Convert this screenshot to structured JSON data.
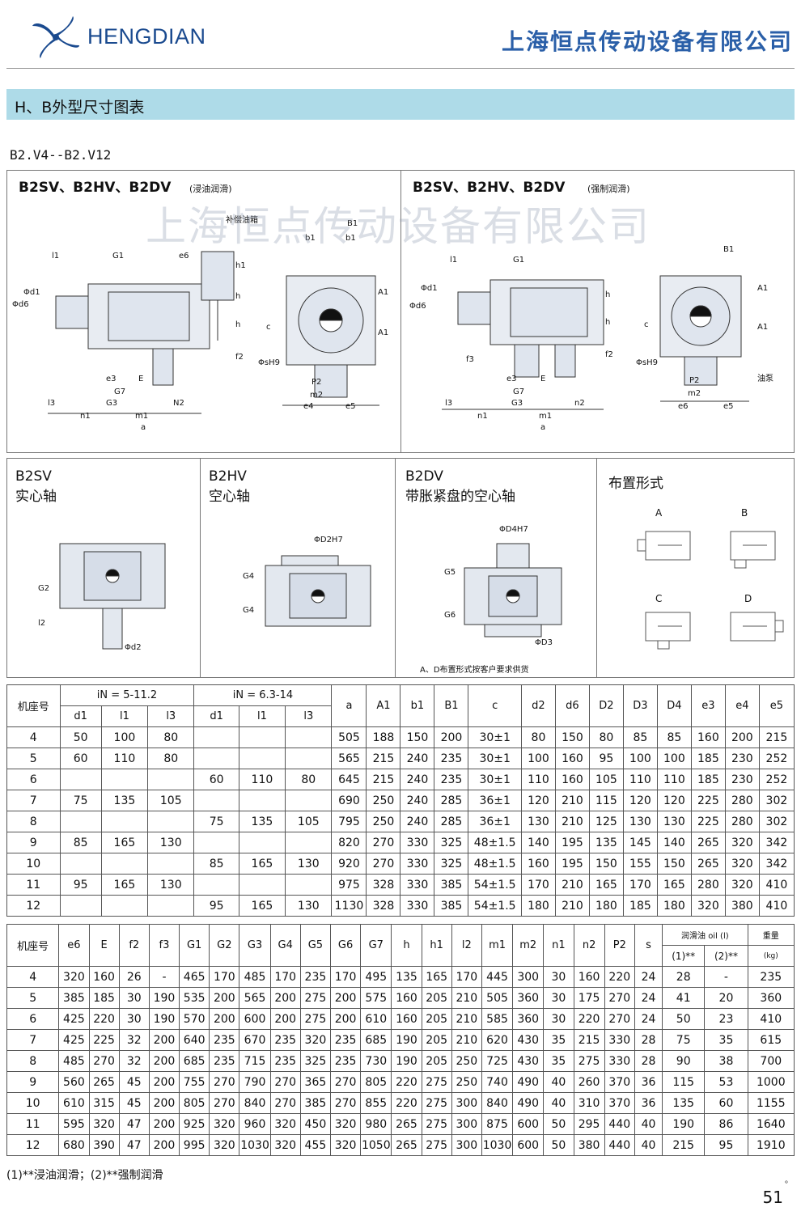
{
  "header": {
    "brand": "HENGDIAN",
    "company": "上海恒点传动设备有限公司"
  },
  "section": {
    "title": "H、B外型尺寸图表",
    "subtitle": "B2.V4--B2.V12"
  },
  "panels": {
    "left_title": "B2SV、B2HV、B2DV",
    "left_note": "(浸油润滑)",
    "right_title": "B2SV、B2HV、B2DV",
    "right_note": "(强制润滑)",
    "watermark": "上海恒点传动设备有限公司",
    "left_labels": [
      "补偿油箱",
      "B1",
      "b1",
      "b1",
      "l1",
      "G1",
      "e6",
      "h1",
      "Φd6",
      "Φd1",
      "h",
      "h",
      "A1",
      "A1",
      "c",
      "f2",
      "ΦsH9",
      "e3",
      "E",
      "G7",
      "l3",
      "G3",
      "N2",
      "n1",
      "m1",
      "a",
      "P2",
      "m2",
      "e4",
      "e5"
    ],
    "right_labels": [
      "B1",
      "l1",
      "G1",
      "Φd6",
      "Φd1",
      "h",
      "h",
      "A1",
      "A1",
      "c",
      "f3",
      "f2",
      "ΦsH9",
      "油泵",
      "e3",
      "E",
      "G7",
      "l3",
      "G3",
      "n2",
      "n1",
      "m1",
      "a",
      "P2",
      "m2",
      "e6",
      "e5"
    ]
  },
  "shafts": {
    "b2sv_title": "B2SV",
    "b2sv_sub": "实心轴",
    "b2sv_labels": [
      "G2",
      "l2",
      "Φd2"
    ],
    "b2hv_title": "B2HV",
    "b2hv_sub": "空心轴",
    "b2hv_labels": [
      "ΦD2H7",
      "G4",
      "G4"
    ],
    "b2dv_title": "B2DV",
    "b2dv_sub": "带胀紧盘的空心轴",
    "b2dv_labels": [
      "ΦD4H7",
      "G5",
      "G6",
      "ΦD3"
    ],
    "b2dv_note": "A、D布置形式按客户要求供货",
    "layout_title": "布置形式",
    "layout_labels": [
      "A",
      "B",
      "C",
      "D"
    ]
  },
  "table1": {
    "col_frame": "机座号",
    "group1": "iN = 5-11.2",
    "group2": "iN = 6.3-14",
    "sub": [
      "d1",
      "l1",
      "l3",
      "d1",
      "l1",
      "l3"
    ],
    "cols": [
      "a",
      "A1",
      "b1",
      "B1",
      "c",
      "d2",
      "d6",
      "D2",
      "D3",
      "D4",
      "e3",
      "e4",
      "e5"
    ],
    "rows": [
      [
        "4",
        "50",
        "100",
        "80",
        "",
        "",
        "",
        "505",
        "188",
        "150",
        "200",
        "30±1",
        "80",
        "150",
        "80",
        "85",
        "85",
        "160",
        "200",
        "215"
      ],
      [
        "5",
        "60",
        "110",
        "80",
        "",
        "",
        "",
        "565",
        "215",
        "240",
        "235",
        "30±1",
        "100",
        "160",
        "95",
        "100",
        "100",
        "185",
        "230",
        "252"
      ],
      [
        "6",
        "",
        "",
        "",
        "60",
        "110",
        "80",
        "645",
        "215",
        "240",
        "235",
        "30±1",
        "110",
        "160",
        "105",
        "110",
        "110",
        "185",
        "230",
        "252"
      ],
      [
        "7",
        "75",
        "135",
        "105",
        "",
        "",
        "",
        "690",
        "250",
        "240",
        "285",
        "36±1",
        "120",
        "210",
        "115",
        "120",
        "120",
        "225",
        "280",
        "302"
      ],
      [
        "8",
        "",
        "",
        "",
        "75",
        "135",
        "105",
        "795",
        "250",
        "240",
        "285",
        "36±1",
        "130",
        "210",
        "125",
        "130",
        "130",
        "225",
        "280",
        "302"
      ],
      [
        "9",
        "85",
        "165",
        "130",
        "",
        "",
        "",
        "820",
        "270",
        "330",
        "325",
        "48±1.5",
        "140",
        "195",
        "135",
        "145",
        "140",
        "265",
        "320",
        "342"
      ],
      [
        "10",
        "",
        "",
        "",
        "85",
        "165",
        "130",
        "920",
        "270",
        "330",
        "325",
        "48±1.5",
        "160",
        "195",
        "150",
        "155",
        "150",
        "265",
        "320",
        "342"
      ],
      [
        "11",
        "95",
        "165",
        "130",
        "",
        "",
        "",
        "975",
        "328",
        "330",
        "385",
        "54±1.5",
        "170",
        "210",
        "165",
        "170",
        "165",
        "280",
        "320",
        "410"
      ],
      [
        "12",
        "",
        "",
        "",
        "95",
        "165",
        "130",
        "1130",
        "328",
        "330",
        "385",
        "54±1.5",
        "180",
        "210",
        "180",
        "185",
        "180",
        "320",
        "380",
        "410"
      ]
    ]
  },
  "table2": {
    "col_frame": "机座号",
    "cols": [
      "e6",
      "E",
      "f2",
      "f3",
      "G1",
      "G2",
      "G3",
      "G4",
      "G5",
      "G6",
      "G7",
      "h",
      "h1",
      "l2",
      "m1",
      "m2",
      "n1",
      "n2",
      "P2",
      "s"
    ],
    "oil_head": "润滑油 oil (l)",
    "oil_sub": [
      "(1)**",
      "(2)**"
    ],
    "weight_head": "重量",
    "weight_unit": "(kg)",
    "rows": [
      [
        "4",
        "320",
        "160",
        "26",
        "-",
        "465",
        "170",
        "485",
        "170",
        "235",
        "170",
        "495",
        "135",
        "165",
        "170",
        "445",
        "300",
        "30",
        "160",
        "220",
        "24",
        "28",
        "-",
        "235"
      ],
      [
        "5",
        "385",
        "185",
        "30",
        "190",
        "535",
        "200",
        "565",
        "200",
        "275",
        "200",
        "575",
        "160",
        "205",
        "210",
        "505",
        "360",
        "30",
        "175",
        "270",
        "24",
        "41",
        "20",
        "360"
      ],
      [
        "6",
        "425",
        "220",
        "30",
        "190",
        "570",
        "200",
        "600",
        "200",
        "275",
        "200",
        "610",
        "160",
        "205",
        "210",
        "585",
        "360",
        "30",
        "220",
        "270",
        "24",
        "50",
        "23",
        "410"
      ],
      [
        "7",
        "425",
        "225",
        "32",
        "200",
        "640",
        "235",
        "670",
        "235",
        "320",
        "235",
        "685",
        "190",
        "205",
        "210",
        "620",
        "430",
        "35",
        "215",
        "330",
        "28",
        "75",
        "35",
        "615"
      ],
      [
        "8",
        "485",
        "270",
        "32",
        "200",
        "685",
        "235",
        "715",
        "235",
        "325",
        "235",
        "730",
        "190",
        "205",
        "250",
        "725",
        "430",
        "35",
        "275",
        "330",
        "28",
        "90",
        "38",
        "700"
      ],
      [
        "9",
        "560",
        "265",
        "45",
        "200",
        "755",
        "270",
        "790",
        "270",
        "365",
        "270",
        "805",
        "220",
        "275",
        "250",
        "740",
        "490",
        "40",
        "260",
        "370",
        "36",
        "115",
        "53",
        "1000"
      ],
      [
        "10",
        "610",
        "315",
        "45",
        "200",
        "805",
        "270",
        "840",
        "270",
        "385",
        "270",
        "855",
        "220",
        "275",
        "300",
        "840",
        "490",
        "40",
        "310",
        "370",
        "36",
        "135",
        "60",
        "1155"
      ],
      [
        "11",
        "595",
        "320",
        "47",
        "200",
        "925",
        "320",
        "960",
        "320",
        "450",
        "320",
        "980",
        "265",
        "275",
        "300",
        "875",
        "600",
        "50",
        "295",
        "440",
        "40",
        "190",
        "86",
        "1640"
      ],
      [
        "12",
        "680",
        "390",
        "47",
        "200",
        "995",
        "320",
        "1030",
        "320",
        "455",
        "320",
        "1050",
        "265",
        "275",
        "300",
        "1030",
        "600",
        "50",
        "380",
        "440",
        "40",
        "215",
        "95",
        "1910"
      ]
    ]
  },
  "footer": {
    "note": "(1)**浸油润滑；(2)**强制润滑",
    "dot": "。",
    "page": "51"
  },
  "colors": {
    "band": "#aedbe8",
    "brand_blue": "#1a4a8f",
    "company_blue": "#2a5fa8"
  }
}
